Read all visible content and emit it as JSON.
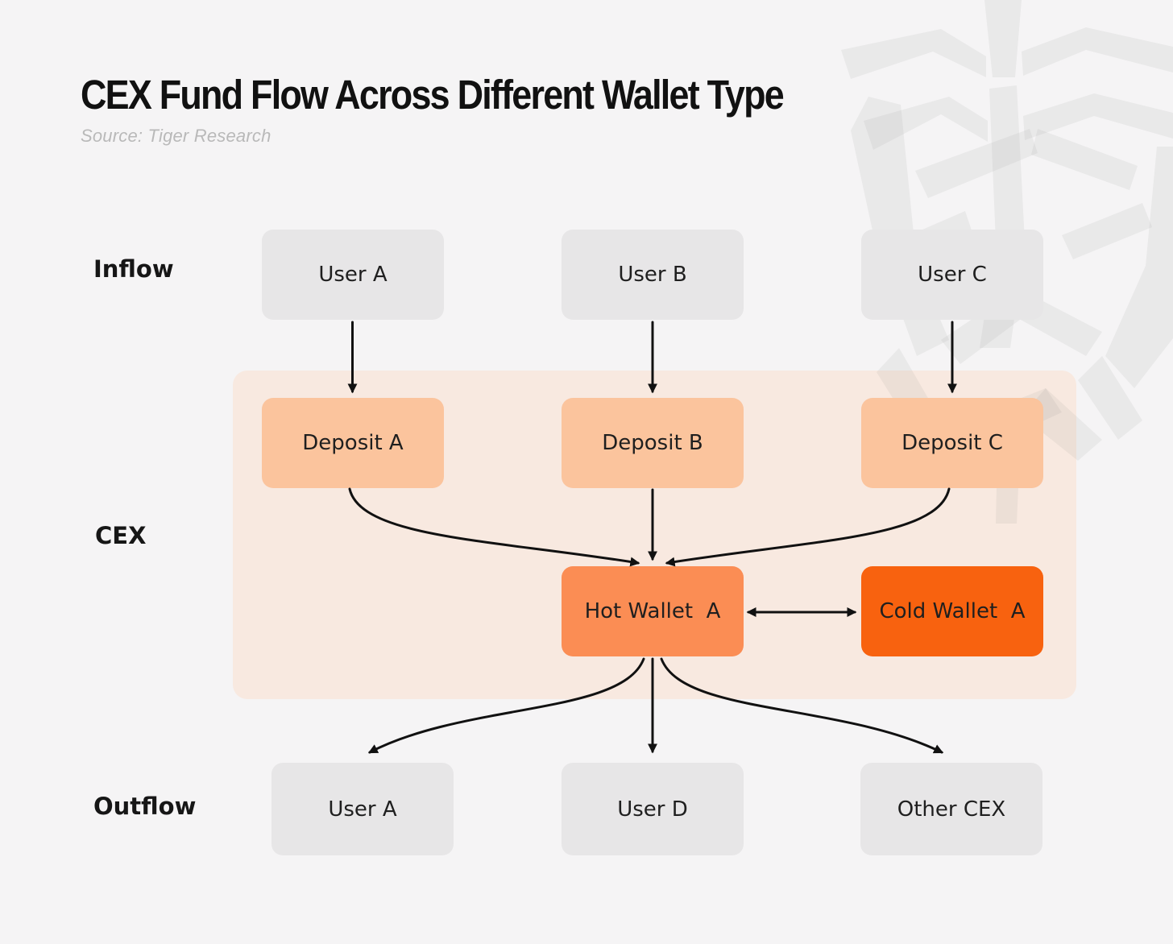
{
  "header": {
    "title": "CEX Fund Flow Across Different Wallet Type",
    "source": "Source: Tiger Research"
  },
  "row_labels": {
    "inflow": "Inflow",
    "cex": "CEX",
    "outflow": "Outflow"
  },
  "nodes": {
    "inflow_users": [
      {
        "id": "user-a-top",
        "label": "User A"
      },
      {
        "id": "user-b",
        "label": "User B"
      },
      {
        "id": "user-c",
        "label": "User C"
      }
    ],
    "deposit_wallets": [
      {
        "id": "deposit-a",
        "label": "Deposit A"
      },
      {
        "id": "deposit-b",
        "label": "Deposit B"
      },
      {
        "id": "deposit-c",
        "label": "Deposit C"
      }
    ],
    "exchange_wallets": [
      {
        "id": "hot-wallet-a",
        "label": "Hot Wallet  A"
      },
      {
        "id": "cold-wallet-a",
        "label": "Cold Wallet  A"
      }
    ],
    "outflow_destinations": [
      {
        "id": "user-a-bottom",
        "label": "User A"
      },
      {
        "id": "user-d",
        "label": "User D"
      },
      {
        "id": "other-cex",
        "label": "Other CEX"
      }
    ]
  },
  "edges": [
    {
      "from": "user-a-top",
      "to": "deposit-a",
      "bidirectional": false
    },
    {
      "from": "user-b",
      "to": "deposit-b",
      "bidirectional": false
    },
    {
      "from": "user-c",
      "to": "deposit-c",
      "bidirectional": false
    },
    {
      "from": "deposit-a",
      "to": "hot-wallet-a",
      "bidirectional": false
    },
    {
      "from": "deposit-b",
      "to": "hot-wallet-a",
      "bidirectional": false
    },
    {
      "from": "deposit-c",
      "to": "hot-wallet-a",
      "bidirectional": false
    },
    {
      "from": "hot-wallet-a",
      "to": "cold-wallet-a",
      "bidirectional": true
    },
    {
      "from": "hot-wallet-a",
      "to": "user-a-bottom",
      "bidirectional": false
    },
    {
      "from": "hot-wallet-a",
      "to": "user-d",
      "bidirectional": false
    },
    {
      "from": "hot-wallet-a",
      "to": "other-cex",
      "bidirectional": false
    }
  ],
  "palette": {
    "page_bg": "#f5f4f5",
    "user_box": "#e7e6e7",
    "cex_region": "#f8e9e0",
    "deposit_box": "#fbc49d",
    "hot_wallet": "#fb8d54",
    "cold_wallet": "#f8620f",
    "arrow": "#111111",
    "title_text": "#111111",
    "source_text": "#b9b9b9",
    "watermark": "rgba(120,120,120,0.09)"
  },
  "watermark": {
    "name": "tiger-research-logo"
  }
}
